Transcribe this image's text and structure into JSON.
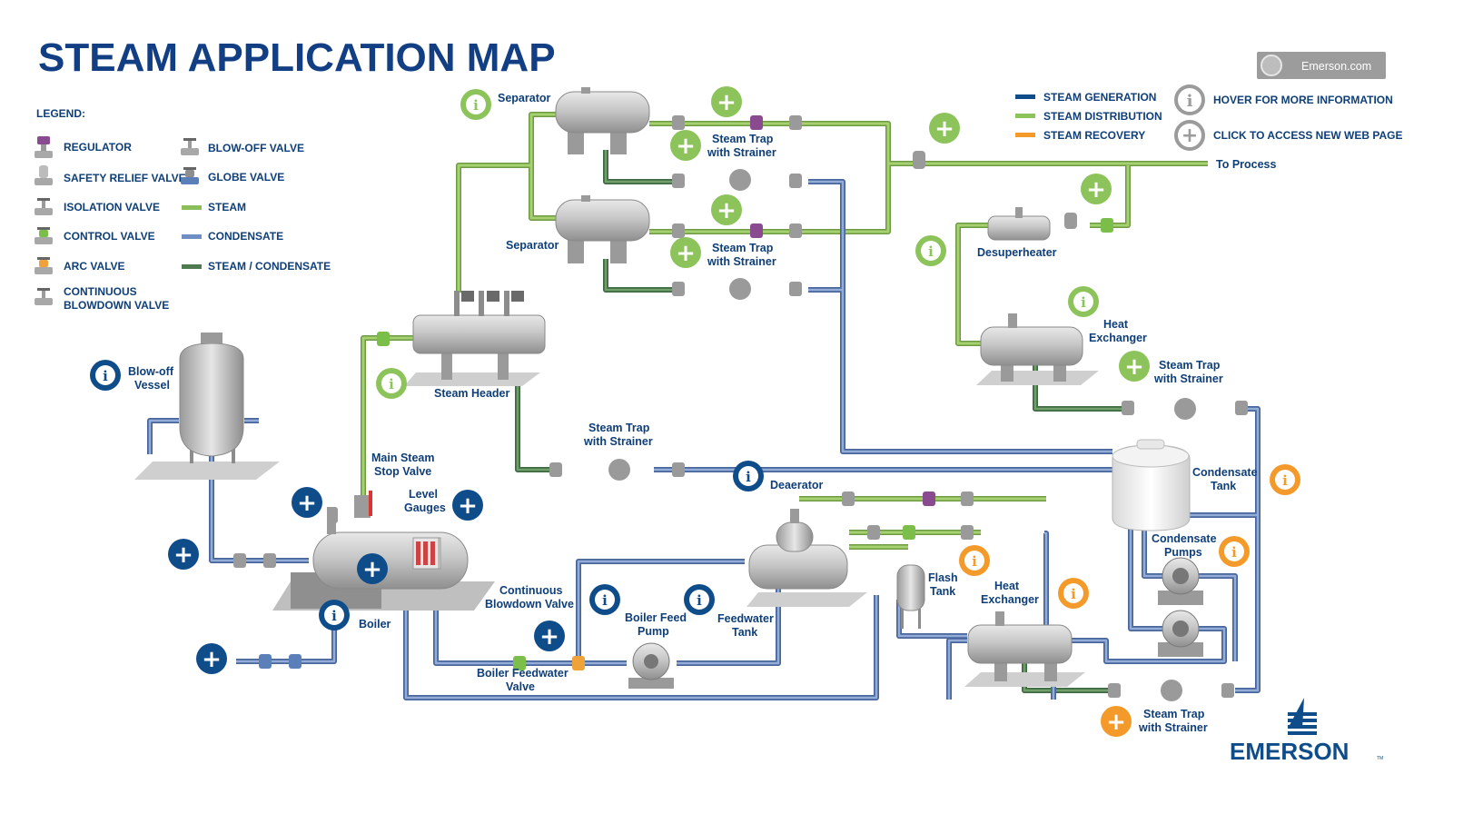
{
  "title": "STEAM APPLICATION MAP",
  "site_link": "Emerson.com",
  "brand": "EMERSON",
  "brand_tm": "TM",
  "legend": {
    "heading": "LEGEND:",
    "items": {
      "regulator": "REGULATOR",
      "safety": "SAFETY RELIEF VALVE",
      "isolation": "ISOLATION VALVE",
      "control": "CONTROL VALVE",
      "arc": "ARC VALVE",
      "continuous_1": "CONTINUOUS",
      "continuous_2": "BLOWDOWN VALVE",
      "blowoff": "BLOW-OFF VALVE",
      "globe": "GLOBE VALVE",
      "steam": "STEAM",
      "condensate": "CONDENSATE",
      "steam_condensate": "STEAM / CONDENSATE"
    }
  },
  "categories": {
    "generation": "STEAM GENERATION",
    "distribution": "STEAM DISTRIBUTION",
    "recovery": "STEAM RECOVERY"
  },
  "help": {
    "hover": "HOVER FOR MORE INFORMATION",
    "click": "CLICK TO ACCESS NEW WEB PAGE"
  },
  "labels": {
    "separator_top": "Separator",
    "separator_mid": "Separator",
    "trap1_1": "Steam Trap",
    "trap1_2": "with Strainer",
    "trap2_1": "Steam Trap",
    "trap2_2": "with Strainer",
    "to_process": "To Process",
    "desuperheater": "Desuperheater",
    "hx_top_1": "Heat",
    "hx_top_2": "Exchanger",
    "trap3_1": "Steam Trap",
    "trap3_2": "with Strainer",
    "steam_header": "Steam Header",
    "trap4_1": "Steam Trap",
    "trap4_2": "with Strainer",
    "blowoff_1": "Blow-off",
    "blowoff_2": "Vessel",
    "main_steam_1": "Main Steam",
    "main_steam_2": "Stop Valve",
    "level_1": "Level",
    "level_2": "Gauges",
    "deaerator": "Deaerator",
    "condensate_tank_1": "Condensate",
    "condensate_tank_2": "Tank",
    "condensate_pumps_1": "Condensate",
    "condensate_pumps_2": "Pumps",
    "continuous_1": "Continuous",
    "continuous_2": "Blowdown Valve",
    "boiler": "Boiler",
    "boiler_feed_1": "Boiler Feed",
    "boiler_feed_2": "Pump",
    "feedwater_tank_1": "Feedwater",
    "feedwater_tank_2": "Tank",
    "flash_1": "Flash",
    "flash_2": "Tank",
    "hx_bot_1": "Heat",
    "hx_bot_2": "Exchanger",
    "bfw_1": "Boiler Feedwater",
    "bfw_2": "Valve",
    "trap5_1": "Steam Trap",
    "trap5_2": "with Strainer"
  },
  "icons": {
    "info": "i",
    "plus": "+"
  },
  "colors": {
    "title": "#123f84",
    "generation": "#0f4c8a",
    "distribution": "#8cc35a",
    "recovery": "#f39a2a",
    "steam_pipe": "#8bbd5a",
    "condensate_pipe": "#6f8fc4",
    "steam_condensate_pipe": "#4d7a4f",
    "regulator": "#8a4a8f",
    "control": "#7bbf4a",
    "arc": "#f0a23a",
    "globe": "#5b7fb8"
  }
}
